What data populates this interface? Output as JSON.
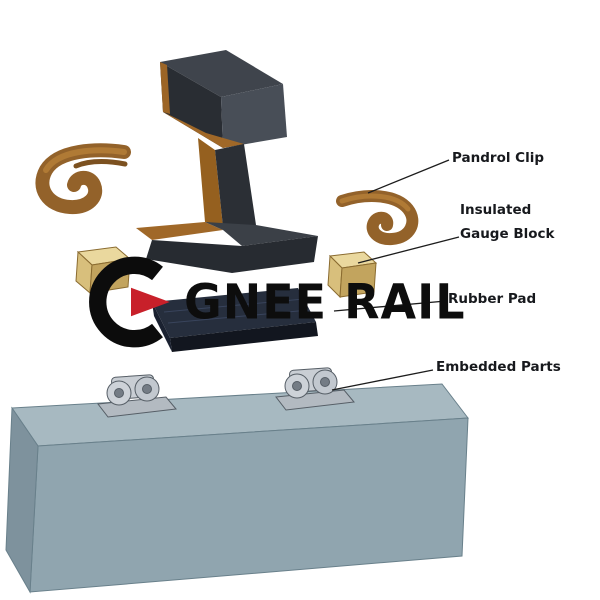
{
  "page": {
    "background": "#ffffff"
  },
  "watermark": {
    "text": "GNEE RAIL",
    "logo": "g-arrow-logo",
    "text_color": "#0d0d0d",
    "accent_color": "#c8202a"
  },
  "diagram": {
    "labels": [
      {
        "text": "Pandrol Clip"
      },
      {
        "text": "Insulated Gauge Block"
      },
      {
        "text": "Rubber Pad"
      },
      {
        "text": "Embedded Parts"
      }
    ],
    "components": [
      {
        "name": "rail-cross-section",
        "color": "#3f444c",
        "edge_color": "#a06828"
      },
      {
        "name": "pandrol-clip-left",
        "color": "#93622a"
      },
      {
        "name": "pandrol-clip-right",
        "color": "#93622a"
      },
      {
        "name": "insulated-gauge-block-left",
        "color": "#ead89e"
      },
      {
        "name": "insulated-gauge-block-right",
        "color": "#ead89e"
      },
      {
        "name": "rubber-pad",
        "color": "#262e3d"
      },
      {
        "name": "embedded-part-left",
        "color": "#c9ced4"
      },
      {
        "name": "embedded-part-right",
        "color": "#c9ced4"
      },
      {
        "name": "concrete-sleeper",
        "color": "#90a5af"
      }
    ]
  }
}
